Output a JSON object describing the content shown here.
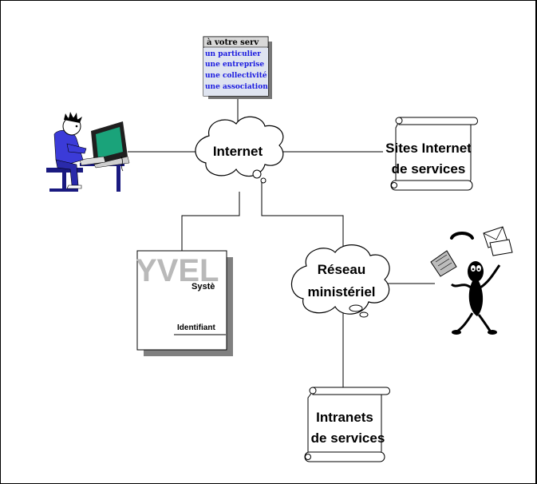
{
  "diagram": {
    "internet": "Internet",
    "reseau_line1": "Réseau",
    "reseau_line2": "ministériel",
    "sites_line1": "Sites Internet",
    "sites_line2": "de services",
    "intranets_line1": "Intranets",
    "intranets_line2": "de services",
    "services_card": {
      "title": "à votre serv",
      "items": [
        "un particulier",
        "une entreprise",
        "une collectivité",
        "une association"
      ]
    },
    "yvel_window": {
      "logo": "YVEL",
      "subtitle": "Systè",
      "field": "Identifiant"
    }
  }
}
